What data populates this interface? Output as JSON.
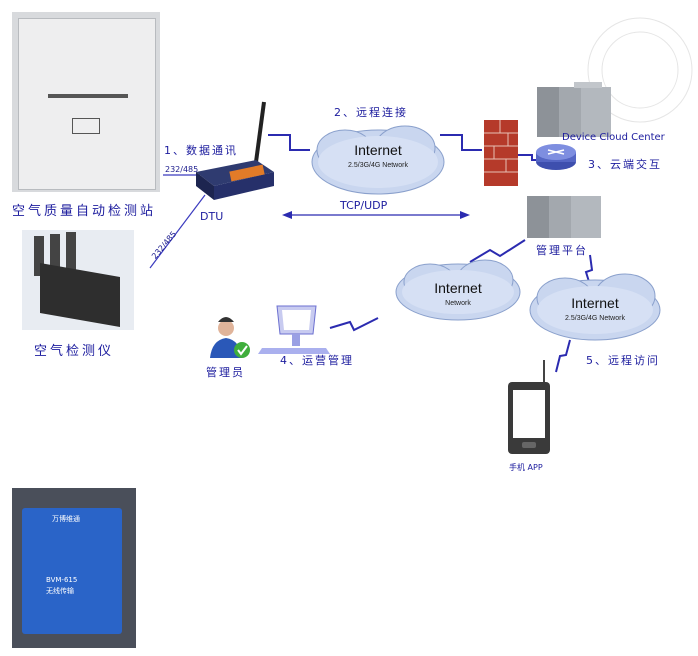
{
  "station": {
    "label": "空气质量自动检测站"
  },
  "analyzer": {
    "label": "空气检测仪"
  },
  "dtu": {
    "label": "DTU",
    "link_top": "232/485",
    "link_bottom": "232/485"
  },
  "steps": {
    "data_comm": "1、数据通讯",
    "remote_connect": "2、远程连接",
    "cloud_interact": "3、云端交互",
    "ops_mgmt": "4、运营管理",
    "remote_access": "5、远程访问"
  },
  "clouds": {
    "top": {
      "title": "Internet",
      "sub": "2.5/3G/4G Network"
    },
    "middle": {
      "title": "Internet",
      "sub": "Network"
    },
    "right": {
      "title": "Internet",
      "sub": "2.5/3G/4G Network"
    }
  },
  "protocol": {
    "label": "TCP/UDP"
  },
  "cloud_center": {
    "label": "Device Cloud Center"
  },
  "mgmt_platform": {
    "label": "管理平台"
  },
  "admin": {
    "label": "管理员"
  },
  "mobile": {
    "label": "手机 APP"
  },
  "device_photo": {
    "model": "BVM-615",
    "desc": "无线传输",
    "brand": "万博维通"
  }
}
